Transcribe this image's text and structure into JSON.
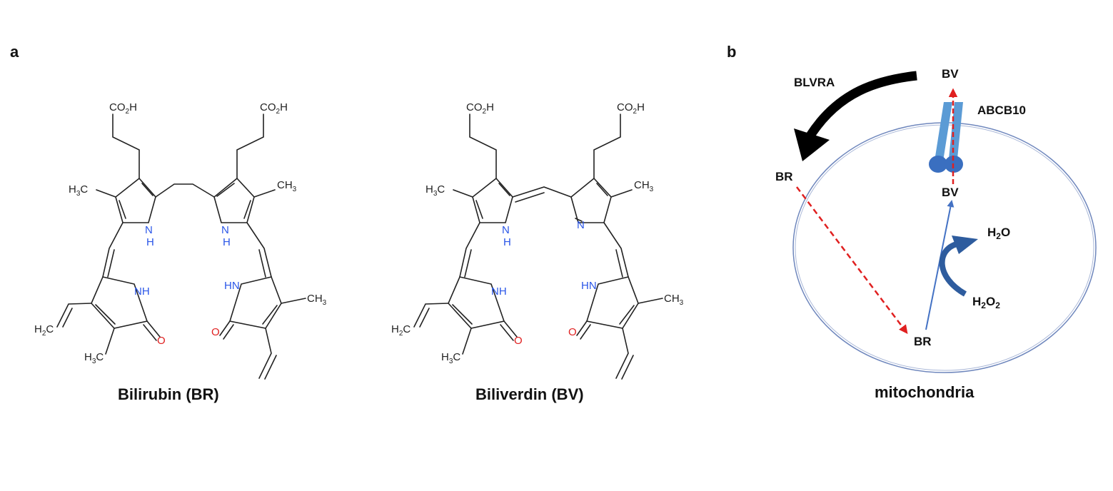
{
  "panel_a": {
    "label": "a",
    "bilirubin": {
      "name": "Bilirubin (BR)",
      "atoms": {
        "co2h_1": "CO2H",
        "co2h_2": "CO2H",
        "h3c_left": "H3C",
        "ch3_right": "CH3",
        "nh_1_n": "N",
        "nh_1_h": "H",
        "nh_2_n": "N",
        "nh_2_h": "H",
        "nh_3": "NH",
        "hn_4": "HN",
        "o_1": "O",
        "o_2": "O",
        "h2c": "H2C",
        "h3c_bottom": "H3C",
        "ch3_bottom_right": "CH3"
      }
    },
    "biliverdin": {
      "name": "Biliverdin (BV)",
      "atoms": {
        "co2h_1": "CO2H",
        "co2h_2": "CO2H",
        "h3c_left": "H3C",
        "ch3_right": "CH3",
        "nh_1_n": "N",
        "nh_1_h": "H",
        "n_2": "N",
        "nh_3": "NH",
        "hn_4": "HN",
        "o_1": "O",
        "o_2": "O",
        "h2c": "H2C",
        "h3c_bottom": "H3C",
        "ch3_bottom_right": "CH3"
      }
    }
  },
  "panel_b": {
    "label": "b",
    "enzyme": "BLVRA",
    "transporter": "ABCB10",
    "bv_outside": "BV",
    "bv_inside": "BV",
    "br_outside": "BR",
    "br_inside": "BR",
    "h2o": "H2O",
    "h2o2": "H2O2",
    "organelle": "mitochondria",
    "colors": {
      "membrane": "#6f87bd",
      "transporter": "#5b9bd5",
      "transporter_dark": "#3a6fc0",
      "dashed_arrow": "#e02020",
      "oxidation_arrow": "#4472c4",
      "curved_arrow": "#2e5c9e",
      "enzyme_arrow": "#000000"
    }
  }
}
